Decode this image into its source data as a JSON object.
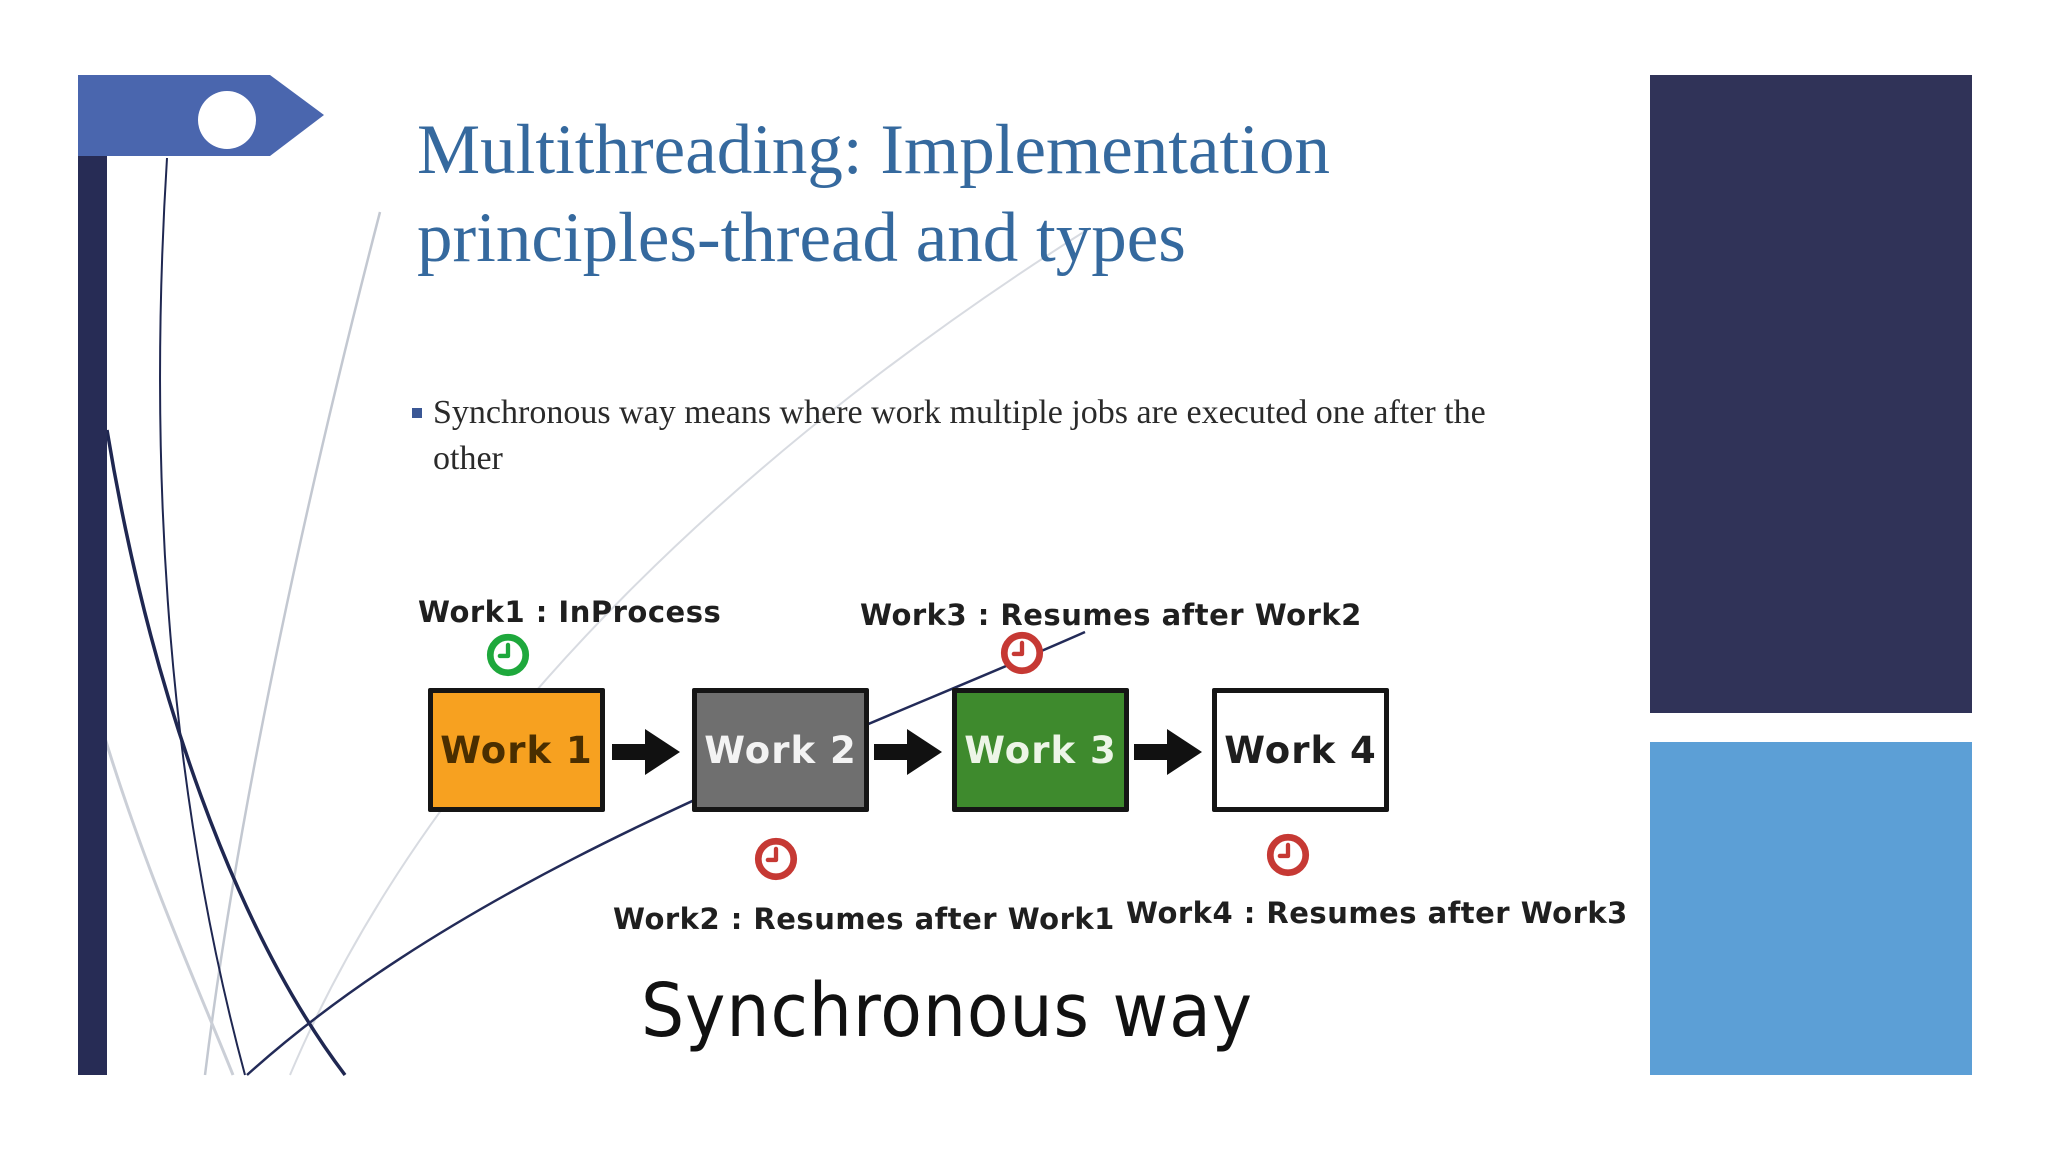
{
  "slide": {
    "title": "Multithreading: Implementation principles-thread and types",
    "bullet_text": "Synchronous way means where work multiple jobs are executed one after the other",
    "caption": "Synchronous way"
  },
  "diagram": {
    "annotations": {
      "work1": "Work1 : InProcess",
      "work3": "Work3 : Resumes after Work2",
      "work2": "Work2 : Resumes after Work1",
      "work4": "Work4 : Resumes after Work3"
    },
    "boxes": [
      {
        "label": "Work 1",
        "fill": "#F7A120",
        "text_color": "#4A2E00"
      },
      {
        "label": "Work 2",
        "fill": "#6F6F6F",
        "text_color": "#F3F3F3"
      },
      {
        "label": "Work 3",
        "fill": "#3E8A2D",
        "text_color": "#EDF5E7"
      },
      {
        "label": "Work 4",
        "fill": "#FFFFFF",
        "text_color": "#1E1E1E"
      }
    ]
  },
  "colors": {
    "title_blue": "#35699E",
    "ribbon_blue": "#4A66AE",
    "sidebar_navy": "#272C55",
    "accent_rect_dark": "#303358",
    "accent_rect_blue": "#5C9FD6",
    "clock_green": "#1EA83C",
    "clock_red": "#C63934",
    "arrow_black": "#111111",
    "bullet_square": "#3A5795"
  }
}
